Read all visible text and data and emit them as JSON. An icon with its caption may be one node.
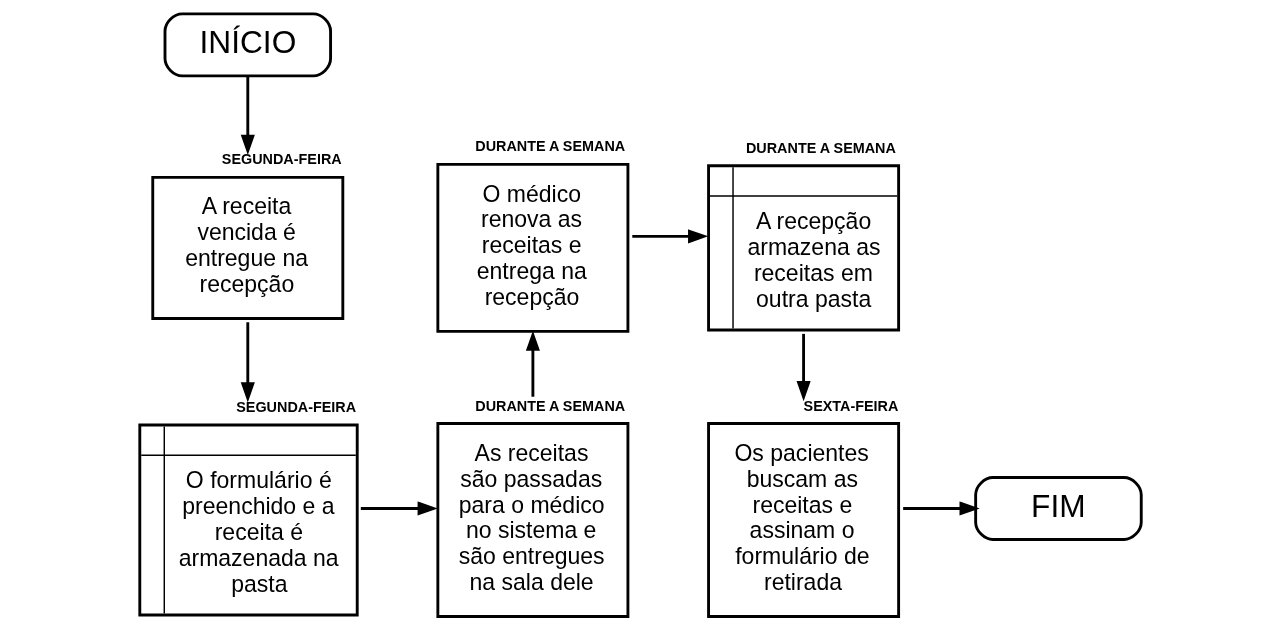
{
  "diagram": {
    "nodes": [
      {
        "text": [
          "INÍCIO"
        ]
      },
      {
        "text": [
          "A receita vencida é entregue na recepção"
        ],
        "beside": [
          "SEGUNDA-FEIRA"
        ]
      },
      {
        "text": [
          "O formulário é preenchido e a receita é armazenada na pasta"
        ],
        "beside": [
          "SEGUNDA-FEIRA"
        ]
      },
      {
        "text": [
          "As receitas são passadas para o médico no sistema e são entregues na sala dele"
        ],
        "beside": [
          "DURANTE A SEMANA"
        ]
      },
      {
        "text": [
          "O médico renova as receitas e entrega na recepção"
        ],
        "beside": [
          "DURANTE A SEMANA"
        ]
      },
      {
        "text": [
          "A recepção armazena as receitas em outra pasta"
        ],
        "beside": [
          "DURANTE A SEMANA"
        ]
      },
      {
        "text": [
          "Os pacientes buscam as receitas e assinam o formulário de retirada"
        ],
        "beside": [
          "SEXTA-FEIRA"
        ]
      },
      {
        "text": [
          "FIM"
        ]
      }
    ],
    "edges": [
      {
        "from": 0,
        "to": 1,
        "arrow": "to"
      },
      {
        "from": 1,
        "to": 2,
        "arrow": "to"
      },
      {
        "from": 2,
        "to": 3,
        "arrow": "to"
      },
      {
        "from": 3,
        "to": 4,
        "arrow": "to"
      },
      {
        "from": 4,
        "to": 5,
        "arrow": "to"
      },
      {
        "from": 5,
        "to": 6,
        "arrow": "to"
      },
      {
        "from": 6,
        "to": 7,
        "arrow": "to"
      }
    ]
  }
}
